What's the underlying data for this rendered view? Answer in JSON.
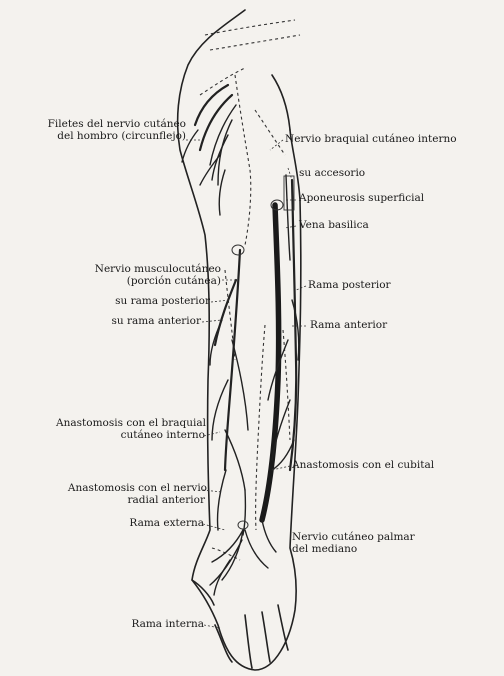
{
  "labels": {
    "filetes_1": "Filetes del nervio cutáneo",
    "filetes_2": "del hombro (circunflejo)",
    "braquial_cutaneo_interno": "Nervio braquial cutáneo interno",
    "su_accesorio": "su accesorio",
    "aponeurosis": "Aponeurosis superficial",
    "vena_basilica": "Vena basilica",
    "musculo_1": "Nervio musculocutáneo",
    "musculo_2": "(porción cutánea)",
    "su_rama_posterior": "su rama posterior",
    "su_rama_anterior": "su rama anterior",
    "rama_posterior": "Rama posterior",
    "rama_anterior": "Rama anterior",
    "anast_braquial_1": "Anastomosis con el braquial",
    "anast_braquial_2": "cutáneo interno",
    "anast_cubital": "Anastomosis con el cubital",
    "anast_radial_1": "Anastomosis con el nervio",
    "anast_radial_2": "radial anterior",
    "rama_externa": "Rama externa",
    "palmar_1": "Nervio cutáneo palmar",
    "palmar_2": "del mediano",
    "rama_interna": "Rama interna"
  }
}
